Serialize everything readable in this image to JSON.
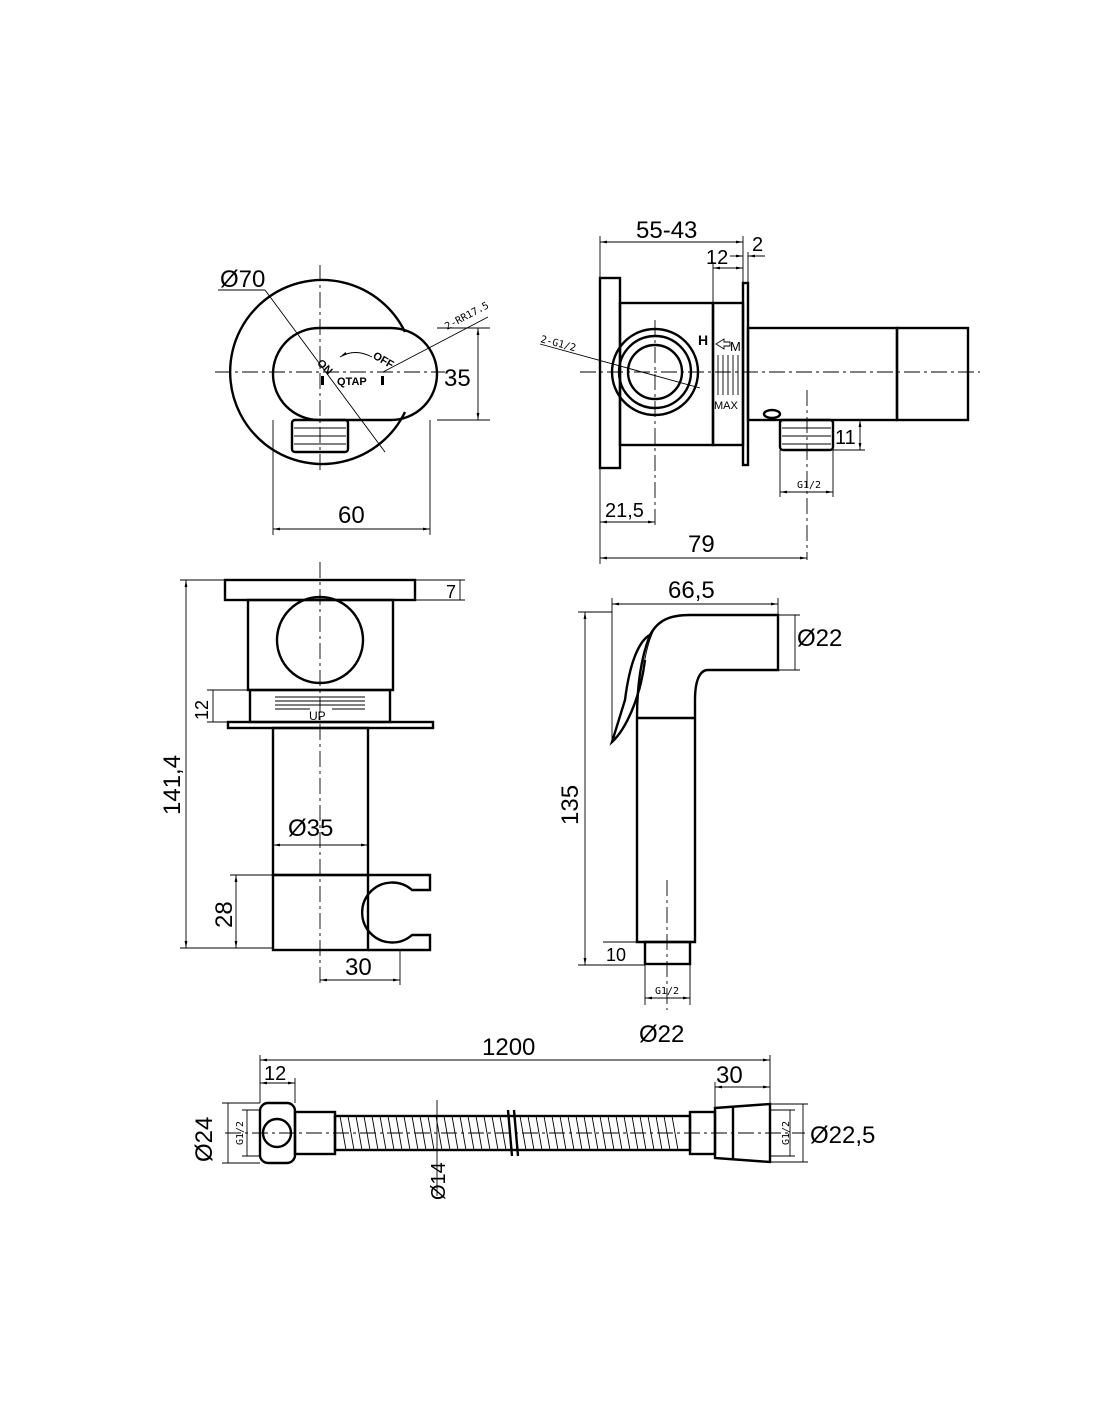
{
  "top_view": {
    "dia_outer": "Ø70",
    "radius_note": "2-RR17.5",
    "height": "35",
    "width": "60",
    "on": "ON",
    "off": "OFF",
    "brand": "QTAP"
  },
  "side_view": {
    "depth_range": "55-43",
    "ring": "12",
    "plate": "2",
    "inlet_note": "2-G1/2",
    "h_mark": "H",
    "m_mark": "M",
    "max_mark": "MAX",
    "thread_len": "11",
    "outlet_thread": "G1/2",
    "axis_offset": "21,5",
    "total": "79"
  },
  "front_view": {
    "plate": "7",
    "ring": "12",
    "up_mark": "UP",
    "total_height": "141,4",
    "tube_dia": "Ø35",
    "holder_height": "28",
    "holder_depth": "30"
  },
  "handset": {
    "length": "66,5",
    "head_dia": "Ø22",
    "height": "135",
    "thread_len": "10",
    "thread": "G1/2",
    "base_dia": "Ø22"
  },
  "hose": {
    "length": "1200",
    "nut_len": "12",
    "cone_len": "30",
    "nut_dia": "Ø24",
    "hose_dia": "Ø14",
    "cone_dia": "Ø22,5",
    "thread_left": "G1/2",
    "thread_right": "G1/2"
  }
}
